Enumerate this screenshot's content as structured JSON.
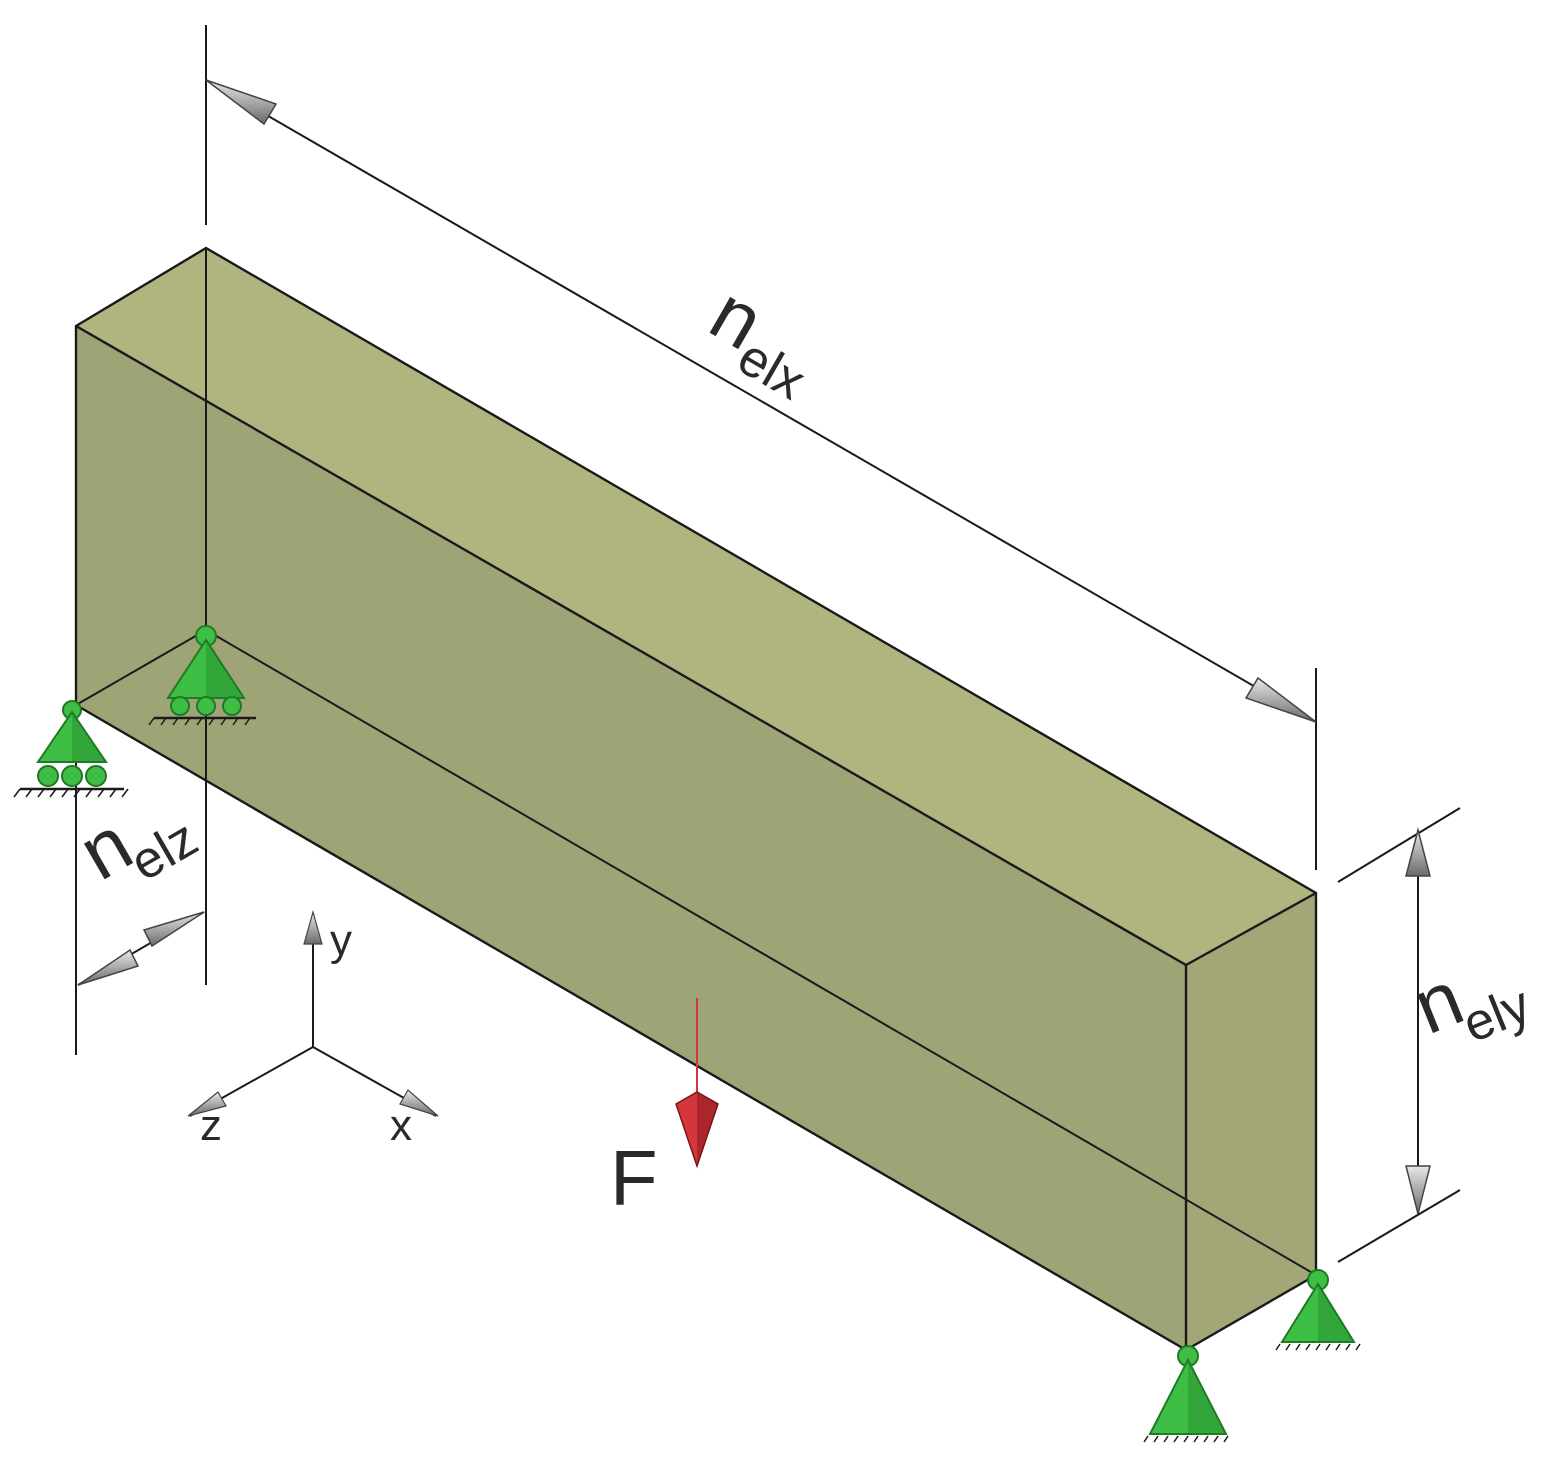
{
  "labels": {
    "length": {
      "main": "n",
      "sub": "elx"
    },
    "height": {
      "main": "n",
      "sub": "ely"
    },
    "depth": {
      "main": "n",
      "sub": "elz"
    },
    "force": "F"
  },
  "axes": {
    "y": "y",
    "z": "z",
    "x": "x"
  },
  "colors": {
    "beam_front": "#9fa476",
    "beam_top": "#b0b47e",
    "beam_side": "#a3a777",
    "support": "#3fbe46",
    "support_dark": "#1e7a25",
    "force": "#d4373b",
    "line": "#1a1a1a"
  }
}
